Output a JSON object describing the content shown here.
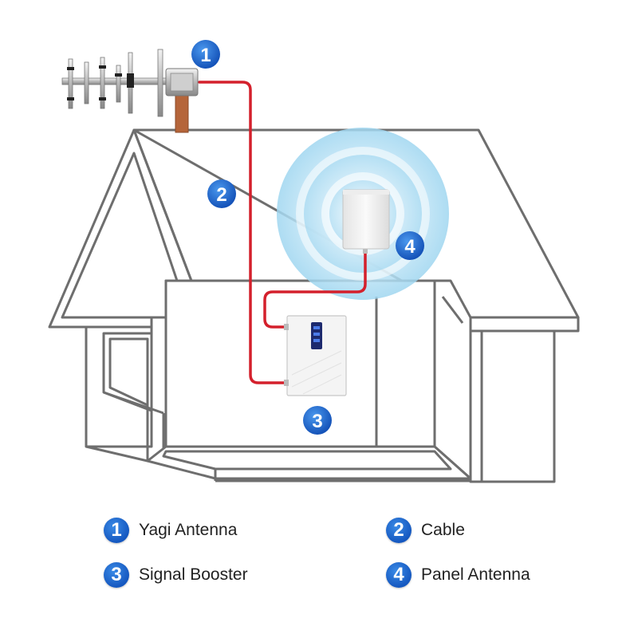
{
  "colors": {
    "badge": "#1e6fd9",
    "cable": "#d4202c",
    "house_outline": "#6e6e6e",
    "mast": "#b5653a",
    "signal_glow": "#9fd6f0"
  },
  "callouts": [
    {
      "number": "1",
      "label": "Yagi Antenna"
    },
    {
      "number": "2",
      "label": "Cable"
    },
    {
      "number": "3",
      "label": "Signal Booster"
    },
    {
      "number": "4",
      "label": "Panel Antenna"
    }
  ],
  "legend": [
    {
      "number": "1",
      "label": "Yagi Antenna"
    },
    {
      "number": "2",
      "label": "Cable"
    },
    {
      "number": "3",
      "label": "Signal Booster"
    },
    {
      "number": "4",
      "label": "Panel Antenna"
    }
  ]
}
